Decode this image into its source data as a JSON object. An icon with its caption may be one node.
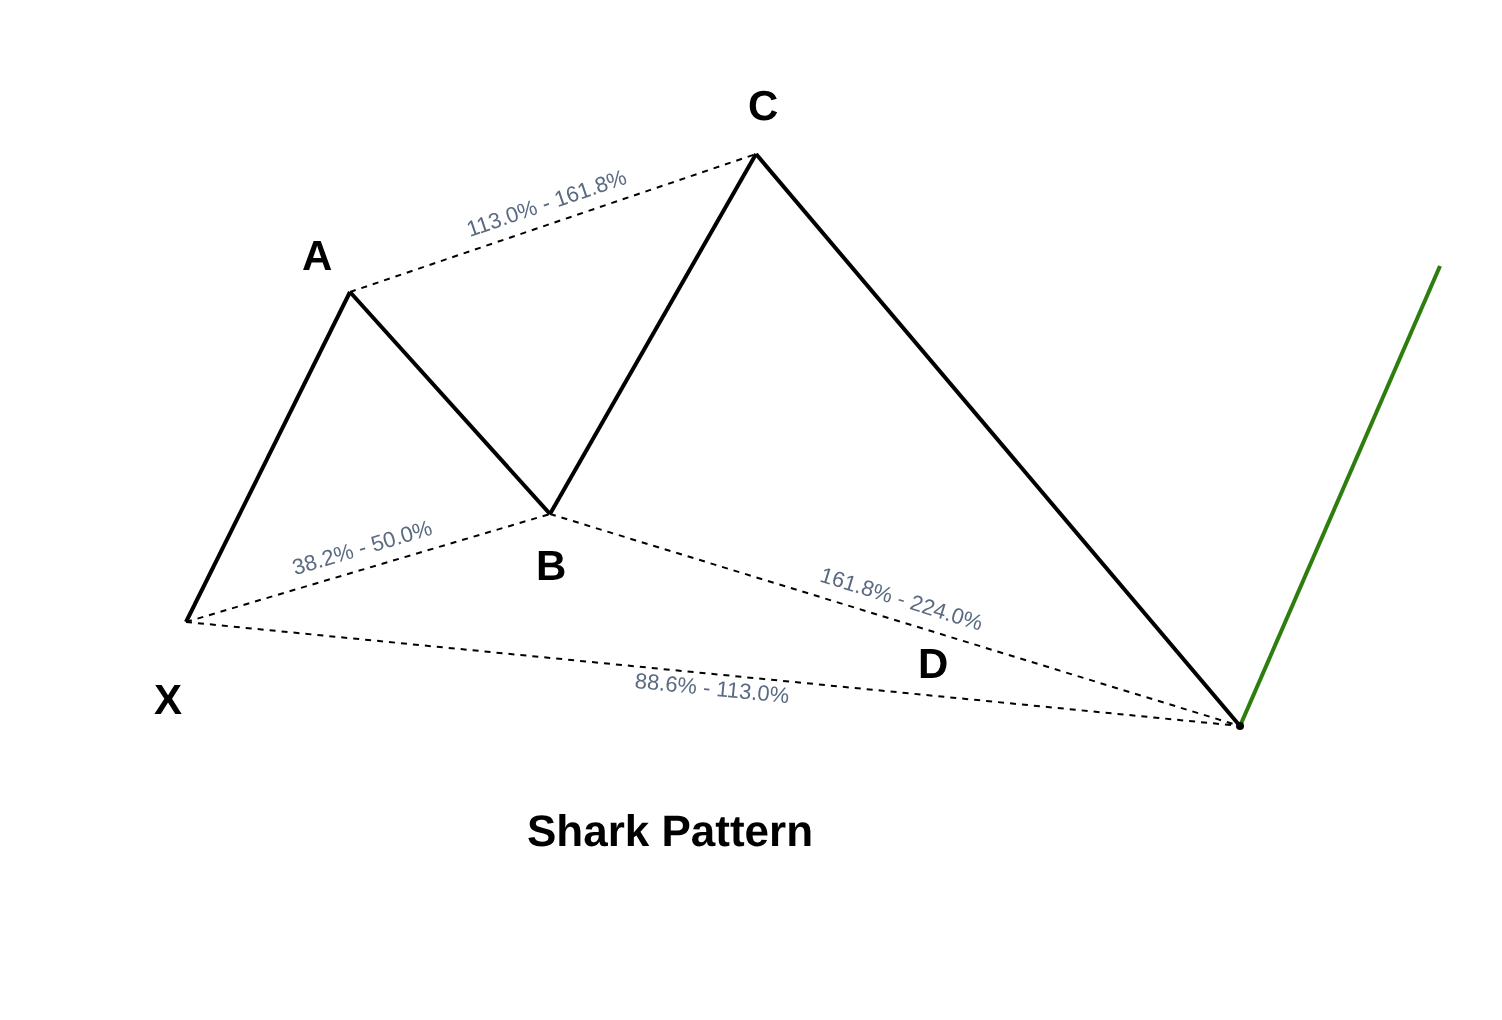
{
  "diagram": {
    "title": "Shark Pattern",
    "nodes": [
      {
        "text": [
          "X"
        ]
      },
      {
        "text": [
          "A"
        ]
      },
      {
        "text": [
          "B"
        ]
      },
      {
        "text": [
          "C"
        ]
      },
      {
        "text": [],
        "shape": "point"
      }
    ],
    "labels": [
      "D"
    ],
    "edges": [
      {
        "from": 0,
        "to": 1,
        "arrow": "none"
      },
      {
        "from": 1,
        "to": 2,
        "arrow": "none"
      },
      {
        "from": 2,
        "to": 3,
        "arrow": "none"
      },
      {
        "from": 3,
        "to": 4,
        "arrow": "none"
      },
      {
        "from": 1,
        "to": 3,
        "arrow": "none",
        "style": "dashed",
        "label": "113.0% - 161.8%"
      },
      {
        "from": 0,
        "to": 2,
        "arrow": "none",
        "style": "dashed",
        "label": "38.2% - 50.0%"
      },
      {
        "from": 2,
        "to": 4,
        "arrow": "none",
        "style": "dashed",
        "label": "161.8% - 224.0%"
      },
      {
        "from": 0,
        "to": 4,
        "arrow": "none",
        "style": "dashed",
        "label": "88.6% - 113.0%"
      },
      {
        "from": 4,
        "to": null,
        "arrow": "none",
        "color": "#2e7d0f"
      }
    ]
  }
}
